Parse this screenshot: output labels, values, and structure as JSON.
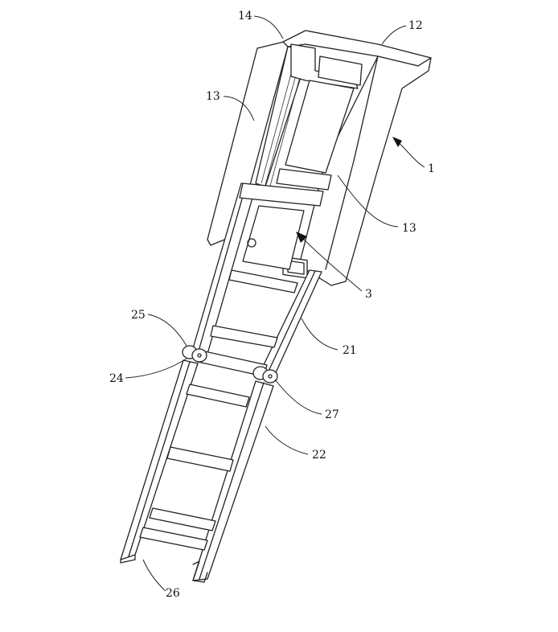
{
  "figure": {
    "labels": {
      "l14": "14",
      "l12": "12",
      "l13a": "13",
      "l1": "1",
      "l13b": "13",
      "l3": "3",
      "l25": "25",
      "l21": "21",
      "l24": "24",
      "l27": "27",
      "l22": "22",
      "l26": "26"
    }
  }
}
